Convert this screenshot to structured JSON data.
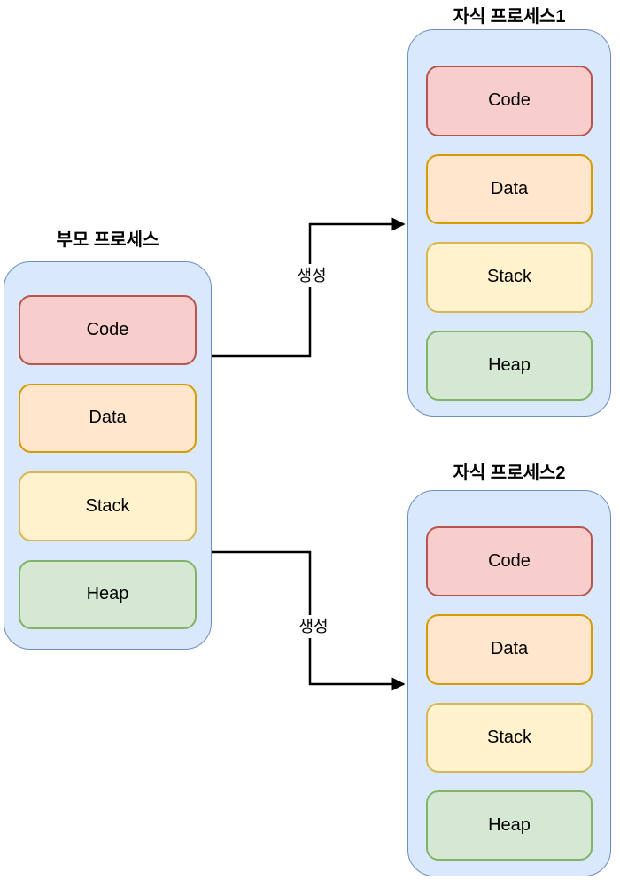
{
  "processes": [
    {
      "id": "parent",
      "title": "부모 프로세스",
      "blocks": [
        {
          "label": "Code"
        },
        {
          "label": "Data"
        },
        {
          "label": "Stack"
        },
        {
          "label": "Heap"
        }
      ]
    },
    {
      "id": "child1",
      "title": "자식 프로세스1",
      "blocks": [
        {
          "label": "Code"
        },
        {
          "label": "Data"
        },
        {
          "label": "Stack"
        },
        {
          "label": "Heap"
        }
      ]
    },
    {
      "id": "child2",
      "title": "자식 프로세스2",
      "blocks": [
        {
          "label": "Code"
        },
        {
          "label": "Data"
        },
        {
          "label": "Stack"
        },
        {
          "label": "Heap"
        }
      ]
    }
  ],
  "edges": [
    {
      "from": "parent",
      "to": "child1",
      "label": "생성"
    },
    {
      "from": "parent",
      "to": "child2",
      "label": "생성"
    }
  ],
  "colors": {
    "background": "#ffffff",
    "container_fill": "#dae8fc",
    "container_stroke": "#6c8ebf",
    "code_fill": "#f8cecc",
    "code_stroke": "#b85450",
    "data_fill": "#ffe6cc",
    "data_stroke": "#d79b00",
    "stack_fill": "#fff2cc",
    "stack_stroke": "#d6b656",
    "heap_fill": "#d5e8d4",
    "heap_stroke": "#82b366",
    "edge_color": "#000000",
    "text_color": "#000000"
  }
}
